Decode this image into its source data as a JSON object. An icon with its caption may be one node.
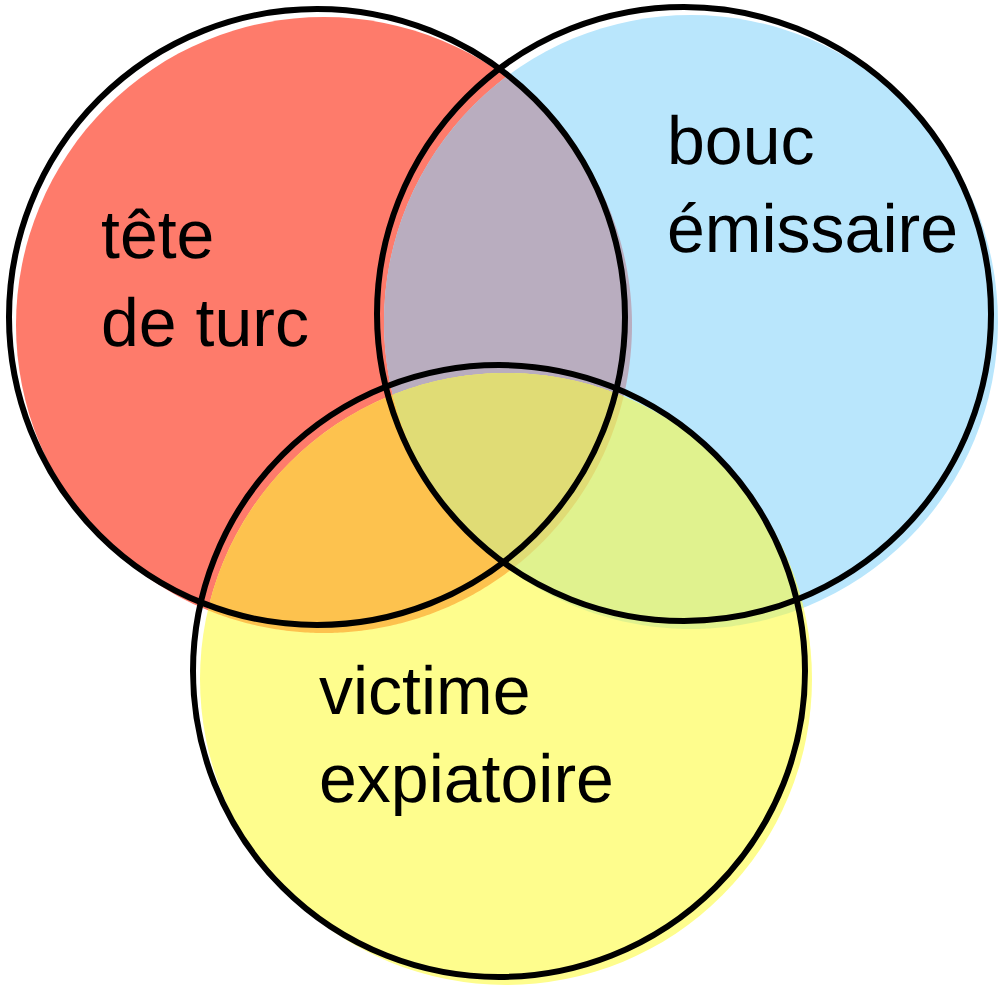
{
  "diagram": {
    "nodes": [
      {
        "text": [
          "tête de turc"
        ]
      },
      {
        "text": [
          "bouc émissaire"
        ]
      },
      {
        "text": [
          "victime expiatoire"
        ]
      }
    ]
  }
}
